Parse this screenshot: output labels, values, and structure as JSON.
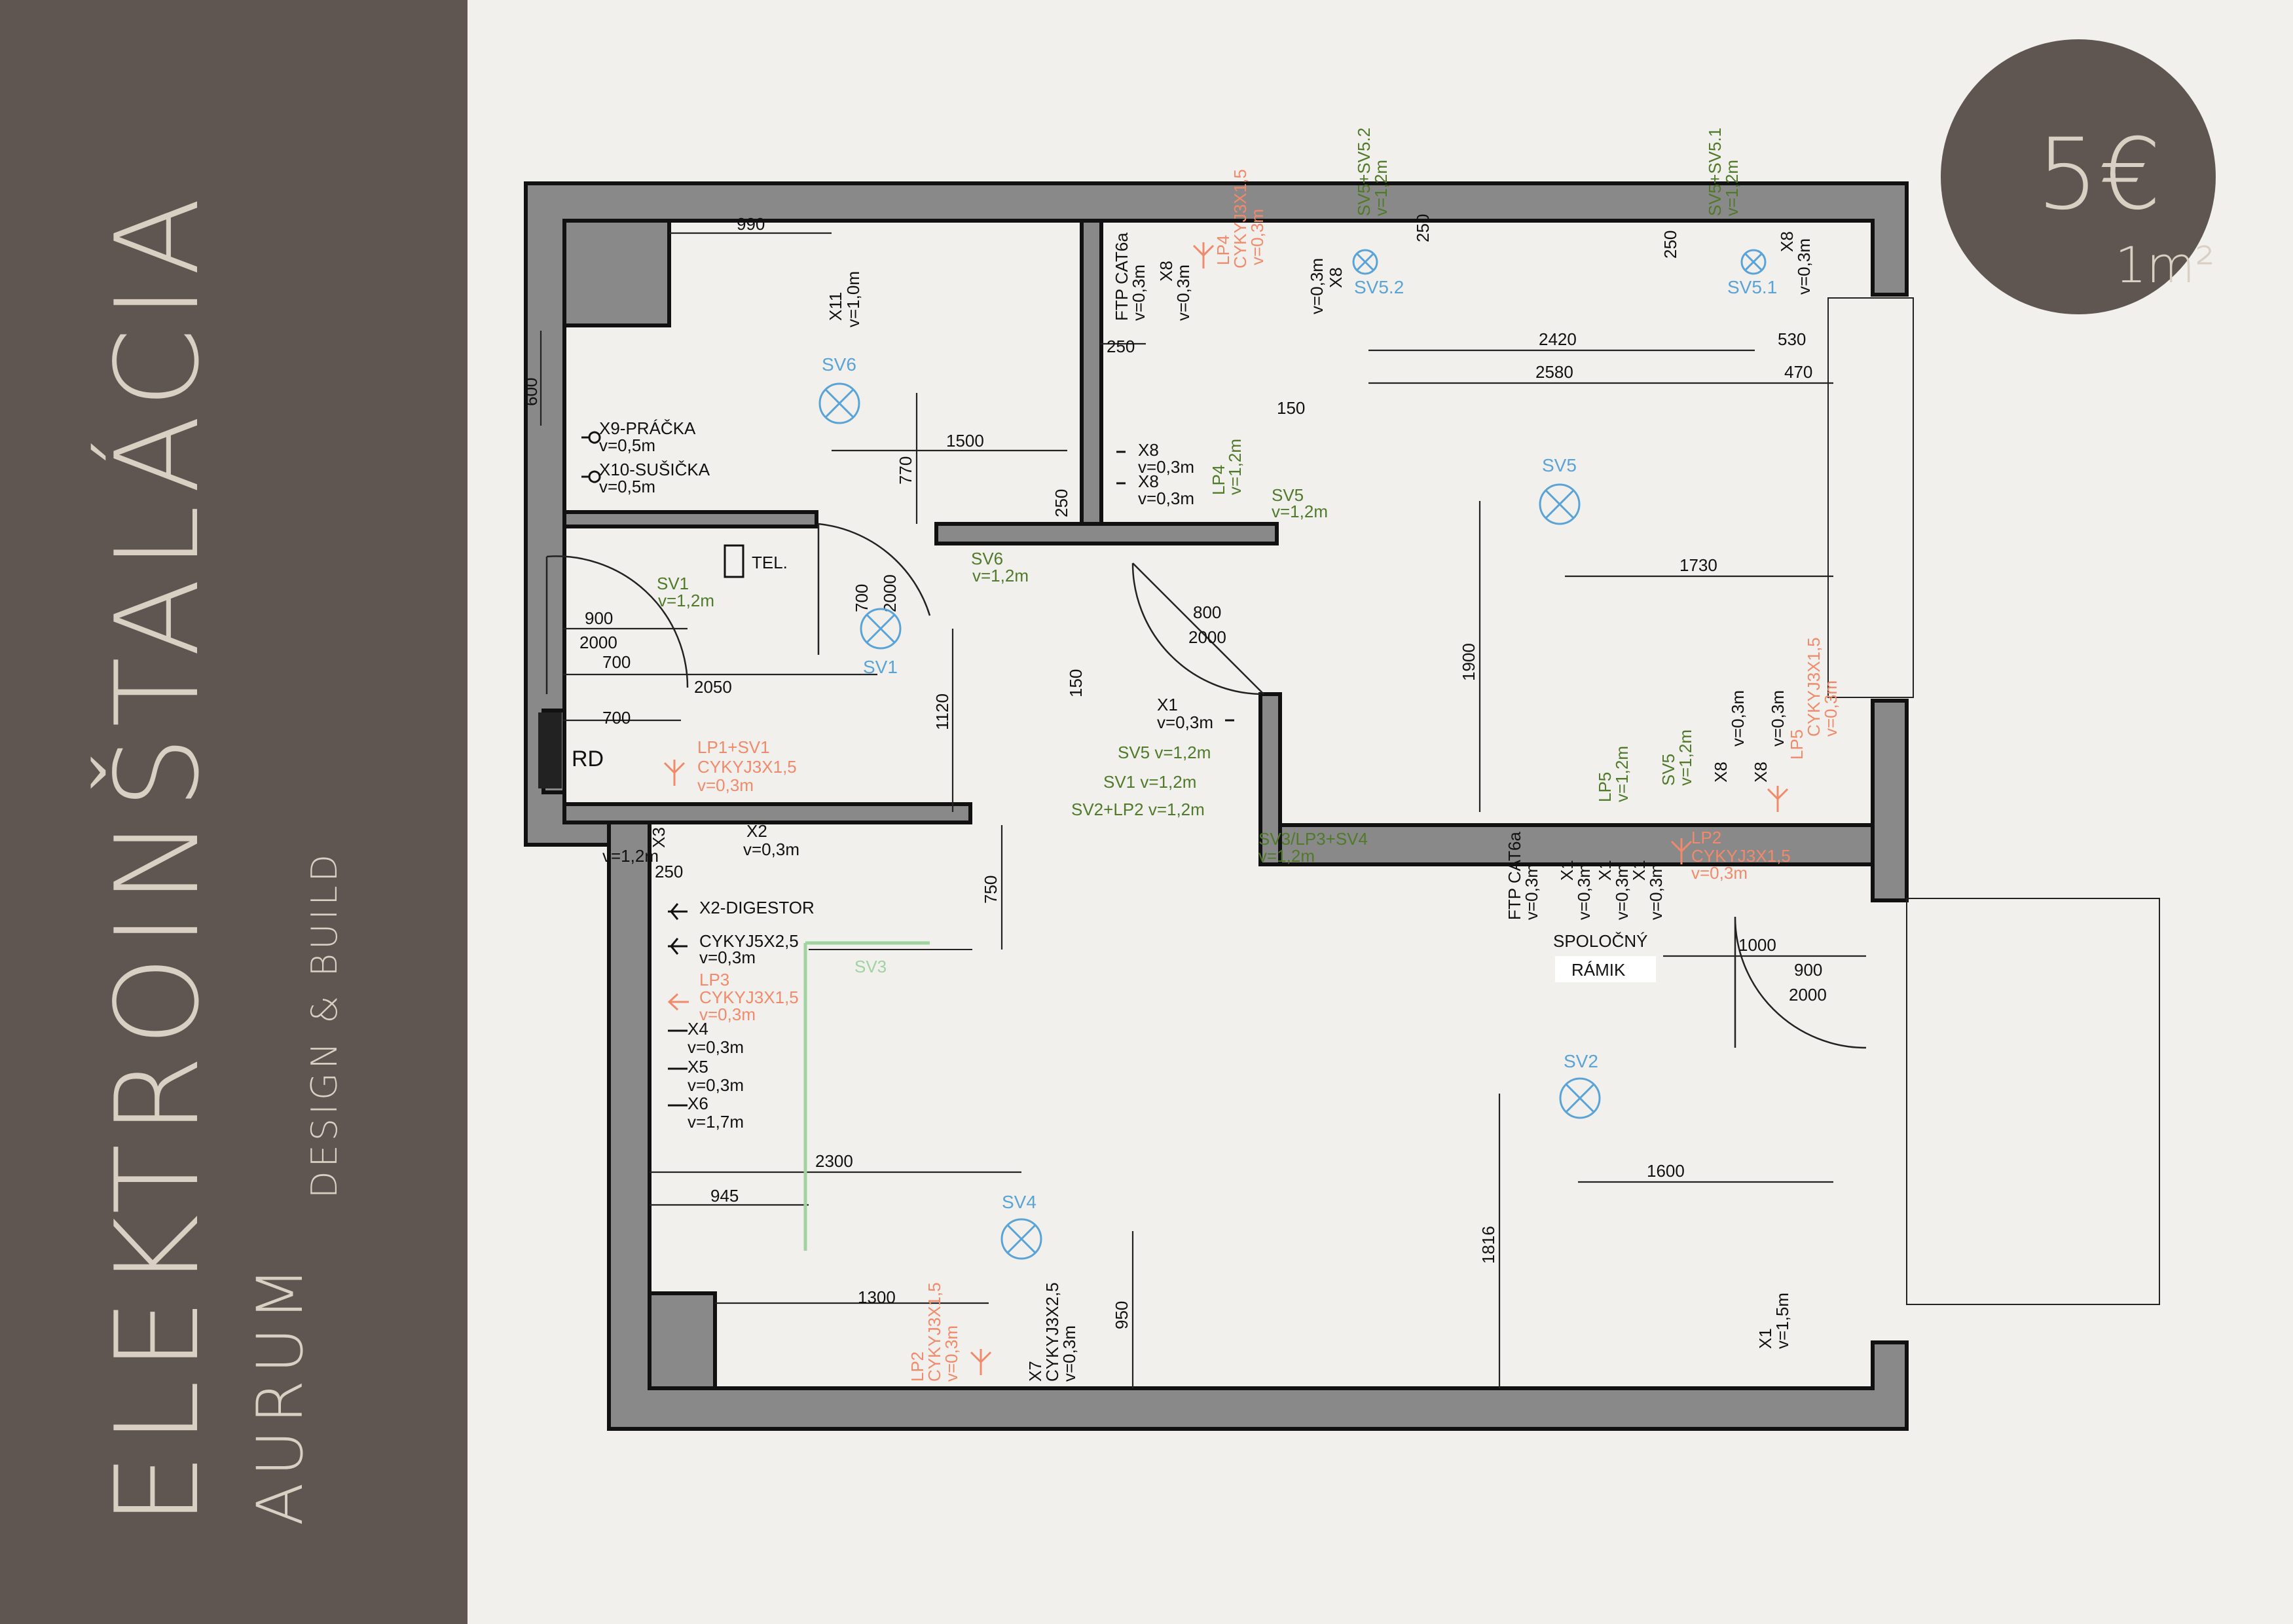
{
  "sidebar": {
    "title": "ELEKTROINŠTALÁCIA",
    "brand": "AURUM",
    "brand_sub": "DESIGN & BUILD"
  },
  "price": {
    "amount": "5€",
    "unit": "1m²"
  },
  "colors": {
    "sidebar": "#5f5652",
    "background": "#f2f0ed",
    "wall": "#8a8989",
    "socket_green": "#4f7a2a",
    "light_orange": "#f08a6a",
    "lamp_blue": "#5aa3d6"
  },
  "dimensions": {
    "d990": "990",
    "d600": "600",
    "d1500": "1500",
    "d770": "770",
    "d250a": "250",
    "d250b": "250",
    "d250c": "250",
    "d250d": "250",
    "d250e": "250",
    "d900": "900",
    "d2000a": "2000",
    "d700a": "700",
    "d2050": "2050",
    "d700b": "700",
    "d700c": "700",
    "d2000b": "2000",
    "d1120": "1120",
    "d800": "800",
    "d2000c": "2000",
    "d150a": "150",
    "d150b": "150",
    "d2420": "2420",
    "d530": "530",
    "d2580": "2580",
    "d470": "470",
    "d1730": "1730",
    "d1900": "1900",
    "d750": "750",
    "d2300": "2300",
    "d945": "945",
    "d1300": "1300",
    "d950": "950",
    "d1000": "1000",
    "d900b": "900",
    "d2000d": "2000",
    "d1600": "1600",
    "d1816": "1816"
  },
  "lamps": {
    "sv6": "SV6",
    "sv1": "SV1",
    "sv5": "SV5",
    "sv52": "SV5.2",
    "sv51": "SV5.1",
    "sv2": "SV2",
    "sv4": "SV4",
    "sv3": "SV3"
  },
  "labels": {
    "x11": "X11",
    "x11v": "v=1,0m",
    "x9": "X9-PRÁČKA",
    "x9v": "v=0,5m",
    "x10": "X10-SUŠIČKA",
    "x10v": "v=0,5m",
    "tel": "TEL.",
    "sv1sw": "SV1",
    "sv1swv": "v=1,2m",
    "sv6sw": "SV6",
    "sv6swv": "v=1,2m",
    "rd": "RD",
    "lp1": "LP1+SV1",
    "lp1c": "CYKYJ3X1,5",
    "lp1v": "v=0,3m",
    "x8a": "X8",
    "x8av": "v=0,3m",
    "x8b": "X8",
    "x8bv": "v=0,3m",
    "lp4": "LP4",
    "lp4v": "v=1,2m",
    "sv5sw": "SV5",
    "sv5swv": "v=1,2m",
    "ftp1": "FTP CAT6a",
    "ftp1v": "v=0,3m",
    "x8c": "X8",
    "x8cv": "v=0,3m",
    "lp4o": "LP4",
    "lp4oc": "CYKYJ3X1,5",
    "lp4ov": "v=0,3m",
    "x8d": "X8",
    "x8dv": "v=0,3m",
    "sv52sw": "SV5+SV5.2",
    "sv52swv": "v=1,2m",
    "sv51sw": "SV5+SV5.1",
    "sv51swv": "v=1,2m",
    "x8e": "X8",
    "x8ev": "v=0,3m",
    "x1a": "X1",
    "x1av": "v=0,3m",
    "sw1": "SV5 v=1,2m",
    "sw2": "SV1 v=1,2m",
    "sw3": "SV2+LP2 v=1,2m",
    "sw4": "SV3/LP3+SV4",
    "sw4v": "v=1,2m",
    "lp5": "LP5",
    "lp5v": "v=1,2m",
    "sv5b": "SV5",
    "sv5bv": "v=1,2m",
    "x8f": "X8",
    "x8fv": "v=0,3m",
    "x8g": "X8",
    "x8gv": "v=0,3m",
    "lp5o": "LP5",
    "lp5oc": "CYKYJ3X1,5",
    "lp5ov": "v=0,3m",
    "x3": "X3",
    "x3v": "v=1,2m",
    "x2": "X2",
    "x2v": "v=0,3m",
    "x2dig": "X2-DIGESTOR",
    "cyk5": "CYKYJ5X2,5",
    "cyk5v": "v=0,3m",
    "lp3": "LP3",
    "lp3c": "CYKYJ3X1,5",
    "lp3v": "v=0,3m",
    "x4": "X4",
    "x4v": "v=0,3m",
    "x5": "X5",
    "x5v": "v=0,3m",
    "x6": "X6",
    "x6v": "v=1,7m",
    "ftp2": "FTP CAT6a",
    "ftp2v": "v=0,3m",
    "x1b": "X1",
    "x1bv": "v=0,3m",
    "x1c": "X1",
    "x1cv": "v=0,3m",
    "x1d": "X1",
    "x1dv": "v=0,3m",
    "lp2a": "LP2",
    "lp2ac": "CYKYJ3X1,5",
    "lp2av": "v=0,3m",
    "spol1": "SPOLOČNÝ",
    "spol2": "RÁMIK",
    "lp2b": "LP2",
    "lp2bc": "CYKYJ3X1,5",
    "lp2bv": "v=0,3m",
    "x7": "X7",
    "x7c": "CYKYJ3X2,5",
    "x7v": "v=0,3m",
    "x1e": "X1",
    "x1ev": "v=1,5m"
  }
}
